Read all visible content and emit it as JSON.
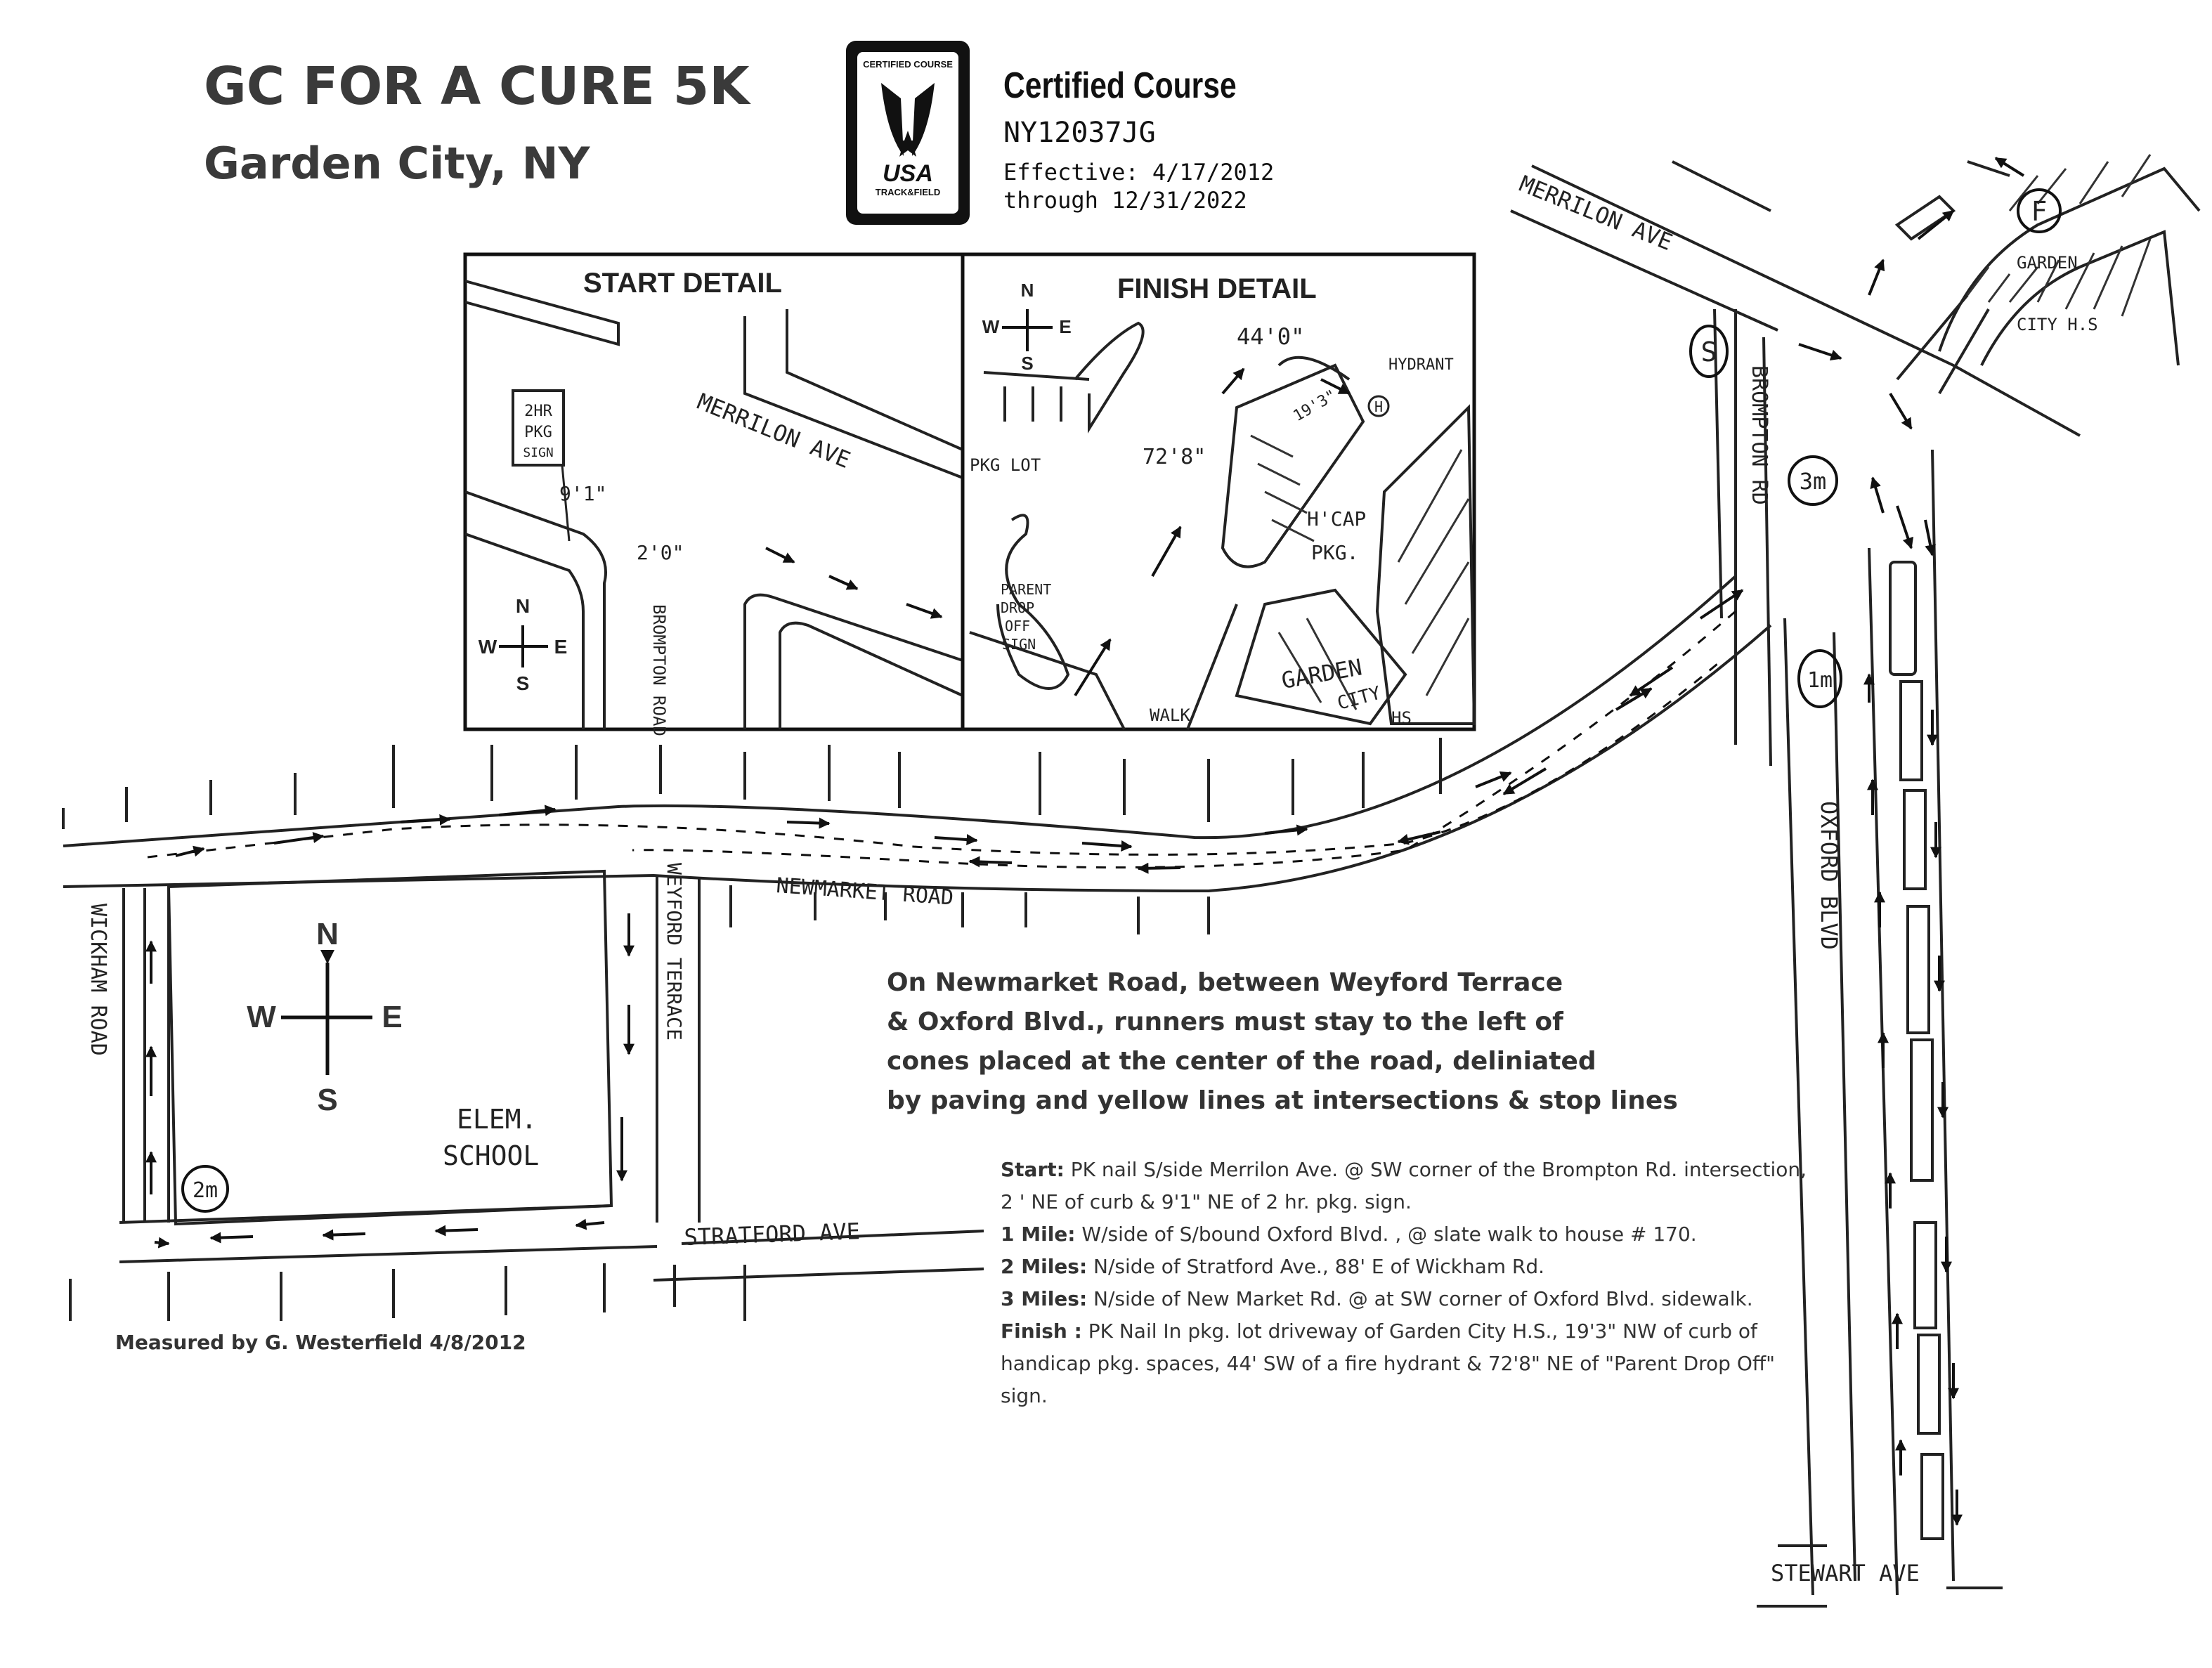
{
  "header": {
    "title": "GC FOR A CURE 5K",
    "location": "Garden City, NY"
  },
  "certification": {
    "badge_top": "CERTIFIED COURSE",
    "badge_brand": "USA",
    "badge_sub": "TRACK&FIELD",
    "heading": "Certified Course",
    "code": "NY12037JG",
    "effective": "Effective: 4/17/2012",
    "through": "through 12/31/2022"
  },
  "start_detail": {
    "title": "START DETAIL",
    "sign": [
      "2HR",
      "PKG",
      "SIGN"
    ],
    "dim_a": "9'1\"",
    "dim_b": "2'0\"",
    "street": "MERRILON AVE",
    "cross_street": "BROMPTON ROAD",
    "compass": {
      "n": "N",
      "s": "S",
      "e": "E",
      "w": "W"
    }
  },
  "finish_detail": {
    "title": "FINISH DETAIL",
    "dim_a": "44'0\"",
    "dim_b": "19'3\"",
    "dim_c": "72'8\"",
    "hydrant": "HYDRANT",
    "hydrant_mark": "H",
    "parking_lot": "PKG LOT",
    "hcap": [
      "H'CAP",
      "PKG."
    ],
    "parent_sign": [
      "PARENT",
      "DROP",
      "OFF",
      "SIGN"
    ],
    "school": [
      "GARDEN",
      "CITY",
      "HS"
    ],
    "walk": "WALK",
    "compass": {
      "n": "N",
      "s": "S",
      "e": "E",
      "w": "W"
    }
  },
  "map": {
    "streets": {
      "merrilon": "MERRILON AVE",
      "brompton": "BROMPTON RD",
      "oxford": "OXFORD BLVD",
      "newmarket": "NEWMARKET ROAD",
      "weyford": "WEYFORD TERRACE",
      "wickham": "WICKHAM ROAD",
      "stratford": "STRATFORD AVE",
      "stewart": "STEWART AVE"
    },
    "school_hs": [
      "GARDEN",
      "CITY H.S"
    ],
    "elem_school": [
      "ELEM.",
      "SCHOOL"
    ],
    "markers": {
      "start": "S",
      "finish": "F",
      "mile1": "1m",
      "mile2": "2m",
      "mile3": "3m"
    },
    "compass": {
      "n": "N",
      "s": "S",
      "e": "E",
      "w": "W"
    }
  },
  "note": [
    "On Newmarket Road, between Weyford Terrace",
    "& Oxford Blvd., runners must stay to the left of",
    "cones placed at the center of the road, deliniated",
    "by paving and yellow lines at intersections & stop lines"
  ],
  "legend": [
    {
      "label": "Start:",
      "text": " PK nail S/side Merrilon Ave. @ SW  corner of the Brompton Rd. intersection, 2 ' NE of  curb & 9'1\" NE of 2 hr. pkg. sign."
    },
    {
      "label": "1 Mile:",
      "text": " W/side of S/bound Oxford Blvd. , @ slate walk to house # 170."
    },
    {
      "label": "2 Miles:",
      "text": " N/side of Stratford Ave., 88' E of Wickham Rd."
    },
    {
      "label": "3 Miles:",
      "text": "  N/side of New Market Rd. @ at SW corner of  Oxford Blvd. sidewalk."
    },
    {
      "label": "Finish :",
      "text": " PK Nail In pkg. lot driveway of  Garden City H.S., 19'3\" NW of curb of handicap pkg. spaces, 44' SW of a fire hydrant & 72'8\" NE of \"Parent Drop Off\" sign."
    }
  ],
  "measured_by": "Measured by G. Westerfield 4/8/2012"
}
